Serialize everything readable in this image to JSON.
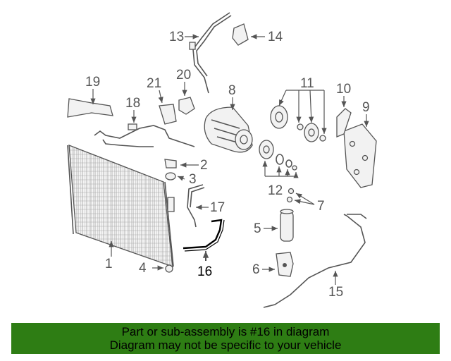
{
  "callouts": {
    "c1": "1",
    "c2": "2",
    "c3": "3",
    "c4": "4",
    "c5": "5",
    "c6": "6",
    "c7": "7",
    "c8": "8",
    "c9": "9",
    "c10": "10",
    "c11": "11",
    "c12": "12",
    "c13": "13",
    "c14": "14",
    "c15": "15",
    "c16": "16",
    "c17": "17",
    "c18": "18",
    "c19": "19",
    "c20": "20",
    "c21": "21"
  },
  "banner": {
    "line1": "Part or sub-assembly is #16 in diagram",
    "line2": "Diagram may not be specific to your vehicle"
  },
  "colors": {
    "banner_bg": "#2e7d14",
    "highlight_part": "#000000",
    "line_art": "#555555"
  }
}
